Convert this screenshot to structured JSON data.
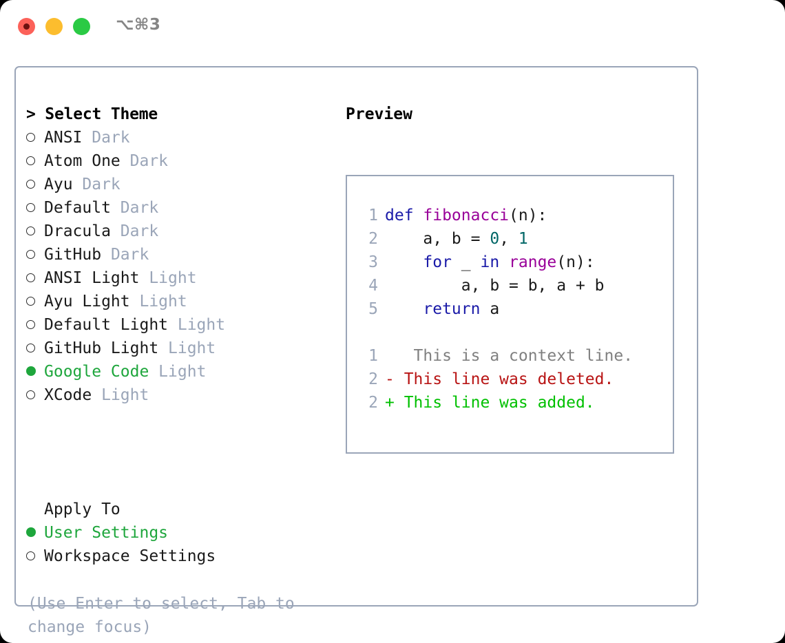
{
  "window": {
    "shortcut": "⌥⌘3",
    "traffic_lights": [
      {
        "name": "close",
        "color": "#fc6159"
      },
      {
        "name": "minimize",
        "color": "#fcbd2e"
      },
      {
        "name": "zoom",
        "color": "#2aca44"
      }
    ]
  },
  "theme_panel": {
    "header": "> Select Theme",
    "selected_marker": "●",
    "unselected_marker": "○",
    "accent_color": "#1ea63c",
    "muted_color": "#9aa5b8",
    "items": [
      {
        "marker": "○",
        "name": "ANSI",
        "kind": "Dark",
        "selected": false
      },
      {
        "marker": "○",
        "name": "Atom One",
        "kind": "Dark",
        "selected": false
      },
      {
        "marker": "○",
        "name": "Ayu",
        "kind": "Dark",
        "selected": false
      },
      {
        "marker": "○",
        "name": "Default",
        "kind": "Dark",
        "selected": false
      },
      {
        "marker": "○",
        "name": "Dracula",
        "kind": "Dark",
        "selected": false
      },
      {
        "marker": "○",
        "name": "GitHub",
        "kind": "Dark",
        "selected": false
      },
      {
        "marker": "○",
        "name": "ANSI Light",
        "kind": "Light",
        "selected": false
      },
      {
        "marker": "○",
        "name": "Ayu Light",
        "kind": "Light",
        "selected": false
      },
      {
        "marker": "○",
        "name": "Default Light",
        "kind": "Light",
        "selected": false
      },
      {
        "marker": "○",
        "name": "GitHub Light",
        "kind": "Light",
        "selected": false
      },
      {
        "marker": "●",
        "name": "Google Code",
        "kind": "Light",
        "selected": true
      },
      {
        "marker": "○",
        "name": "XCode",
        "kind": "Light",
        "selected": false
      }
    ]
  },
  "apply_to": {
    "header": "Apply To",
    "items": [
      {
        "marker": "●",
        "name": "User Settings",
        "selected": true
      },
      {
        "marker": "○",
        "name": "Workspace Settings",
        "selected": false
      }
    ]
  },
  "hint": "(Use Enter to select, Tab to change focus)",
  "preview": {
    "title": "Preview",
    "code_lines": [
      {
        "lineno": "1",
        "tokens": [
          {
            "text": "def ",
            "type": "kw"
          },
          {
            "text": "fibonacci",
            "type": "fn"
          },
          {
            "text": "(n):",
            "type": "txt"
          }
        ]
      },
      {
        "lineno": "2",
        "tokens": [
          {
            "text": "    a, b = ",
            "type": "txt"
          },
          {
            "text": "0",
            "type": "num"
          },
          {
            "text": ", ",
            "type": "txt"
          },
          {
            "text": "1",
            "type": "num"
          }
        ]
      },
      {
        "lineno": "3",
        "tokens": [
          {
            "text": "    ",
            "type": "txt"
          },
          {
            "text": "for",
            "type": "kw"
          },
          {
            "text": " _ ",
            "type": "txt"
          },
          {
            "text": "in",
            "type": "kw"
          },
          {
            "text": " ",
            "type": "txt"
          },
          {
            "text": "range",
            "type": "fn"
          },
          {
            "text": "(n):",
            "type": "txt"
          }
        ]
      },
      {
        "lineno": "4",
        "tokens": [
          {
            "text": "        a, b = b, a + b",
            "type": "txt"
          }
        ]
      },
      {
        "lineno": "5",
        "tokens": [
          {
            "text": "    ",
            "type": "txt"
          },
          {
            "text": "return",
            "type": "kw"
          },
          {
            "text": " a",
            "type": "txt"
          }
        ]
      }
    ],
    "diff_lines": [
      {
        "lineno": "1",
        "sign": " ",
        "text": "  This is a context line.",
        "type": "ctx"
      },
      {
        "lineno": "2",
        "sign": "-",
        "text": " This line was deleted.",
        "type": "del"
      },
      {
        "lineno": "2",
        "sign": "+",
        "text": " This line was added.",
        "type": "add"
      }
    ],
    "syntax_colors": {
      "keyword": "#1a1aa8",
      "function": "#990099",
      "number": "#006666",
      "text": "#1a1a1a",
      "lineno": "#9aa5b8",
      "diff_context": "#808080",
      "diff_deleted": "#b81414",
      "diff_added": "#00c000"
    }
  }
}
